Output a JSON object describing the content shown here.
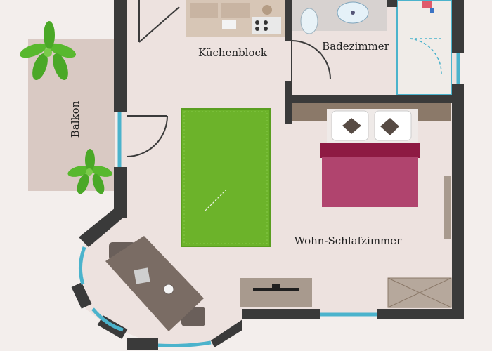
{
  "rooms": {
    "kitchen": "Küchenblock",
    "bathroom": "Badezimmer",
    "balcony": "Balkon",
    "living": "Wohn-Schlafzimmer"
  },
  "colors": {
    "background": "#f3eeec",
    "floor": "#ede2df",
    "wall": "#3a3a3a",
    "window": "#4bb3cc",
    "balcony": "#d9c9c3",
    "rug": "#6cb32a",
    "bed_cover": "#b0446e",
    "bed_headboard": "#8e1a43",
    "furniture": "#6a5f5a",
    "cabinet": "#a89a8e"
  }
}
